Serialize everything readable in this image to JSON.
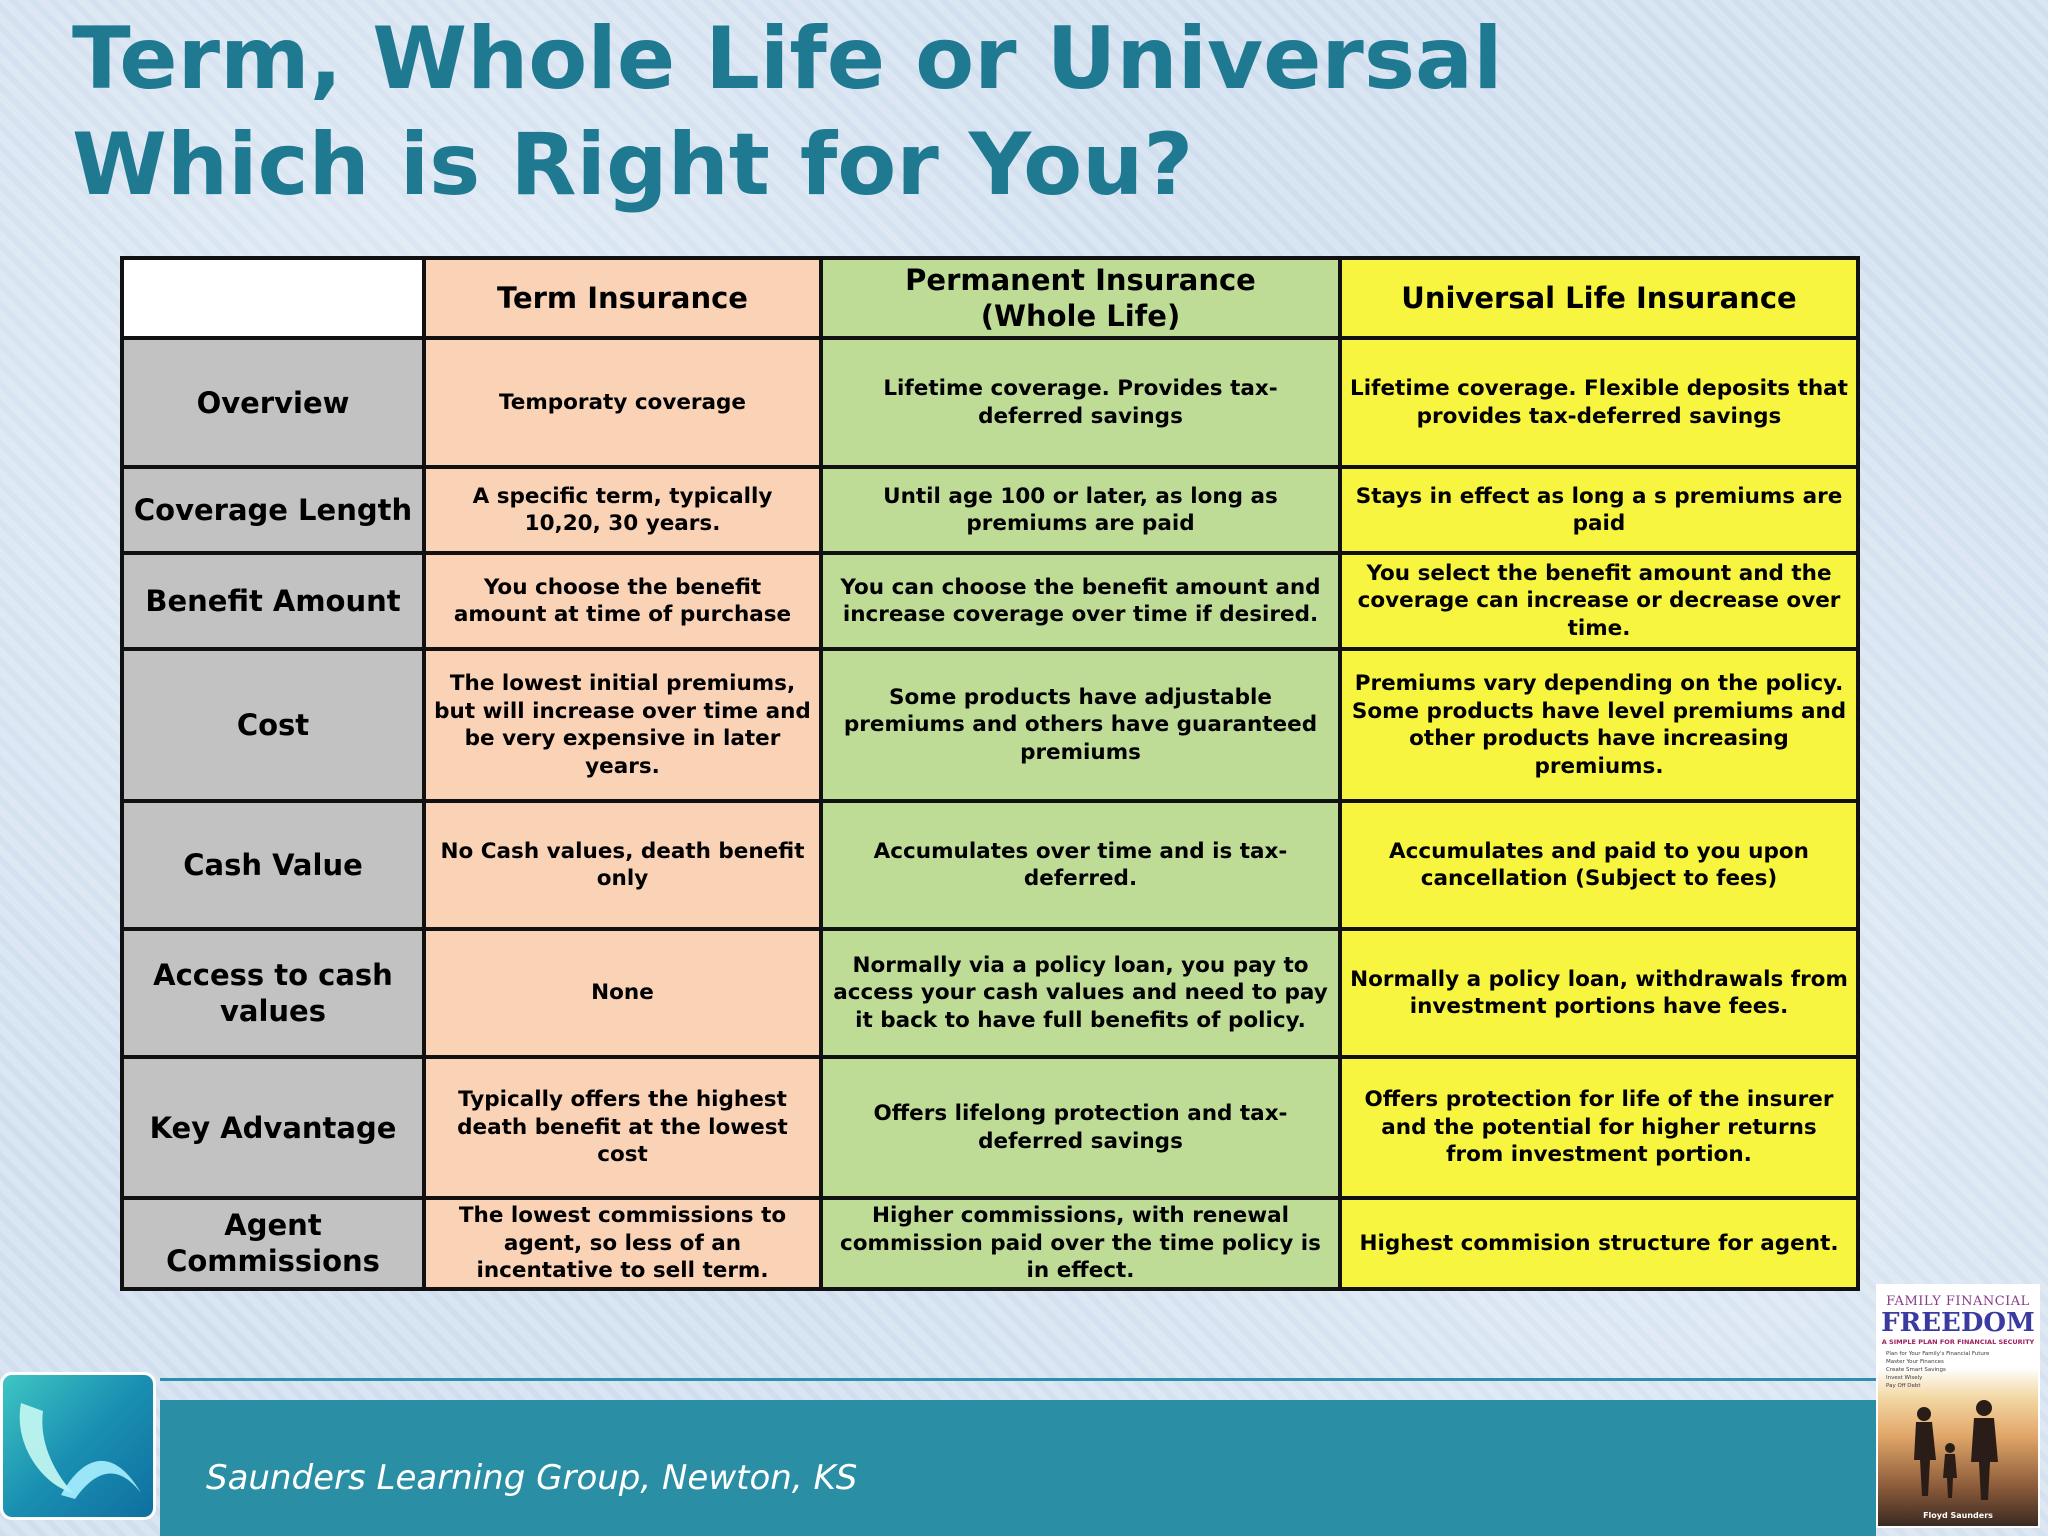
{
  "title": {
    "line1": "Term, Whole Life or Universal",
    "line2": "Which is Right for You?"
  },
  "table": {
    "columns": {
      "term": "Term Insurance",
      "whole_line1": "Permanent Insurance",
      "whole_line2": "(Whole Life)",
      "univ": "Universal Life Insurance"
    },
    "rows": [
      {
        "label": "Overview",
        "term": "Temporaty coverage",
        "whole": "Lifetime coverage. Provides tax-deferred savings",
        "univ": "Lifetime coverage. Flexible deposits that provides tax-deferred savings"
      },
      {
        "label": "Coverage Length",
        "term": "A specific term, typically 10,20, 30 years.",
        "whole": "Until age 100 or later, as long as premiums are paid",
        "univ": "Stays in effect as long a s premiums are paid"
      },
      {
        "label": "Benefit Amount",
        "term": "You choose the benefit amount at time of purchase",
        "whole": "You can choose the benefit amount and increase coverage over time if desired.",
        "univ": "You select the benefit amount and the coverage can increase or decrease over time."
      },
      {
        "label": "Cost",
        "term": "The lowest initial premiums, but will increase over time and be very expensive in later years.",
        "whole": "Some products have adjustable premiums and others have guaranteed premiums",
        "univ": "Premiums vary depending on the policy. Some products have level premiums and other products have increasing premiums."
      },
      {
        "label": "Cash Value",
        "term": "No Cash values, death benefit only",
        "whole": "Accumulates over time and is tax-deferred.",
        "univ": "Accumulates and paid to you upon cancellation (Subject to fees)"
      },
      {
        "label": "Access to cash values",
        "term": "None",
        "whole": "Normally via a policy loan, you pay to access your cash values and need to pay it back to have full benefits of policy.",
        "univ": "Normally a policy loan, withdrawals from investment portions have fees."
      },
      {
        "label": "Key Advantage",
        "term": "Typically offers the highest death benefit at the lowest cost",
        "whole": "Offers lifelong protection and tax-deferred savings",
        "univ": "Offers protection for life of the insurer and the potential for higher returns from investment portion."
      },
      {
        "label": "Agent Commissions",
        "term": "The lowest commissions to agent, so less of an incentative to sell term.",
        "whole": "Higher commissions, with renewal commission paid over the time policy is in effect.",
        "univ": "Highest commision structure for agent."
      }
    ]
  },
  "footer": {
    "text": "Saunders Learning Group, Newton, KS"
  },
  "logo": {
    "icon": "swoosh-logo-icon"
  },
  "book": {
    "kicker": "FAMILY FINANCIAL",
    "title": "FREEDOM",
    "subtitle": "A SIMPLE PLAN FOR FINANCIAL SECURITY",
    "lines": [
      "Plan for Your Family's Financial Future",
      "Master Your Finances",
      "Create Smart Savings",
      "Invest Wisely",
      "Pay Off Debt"
    ],
    "author": "Floyd Saunders"
  }
}
